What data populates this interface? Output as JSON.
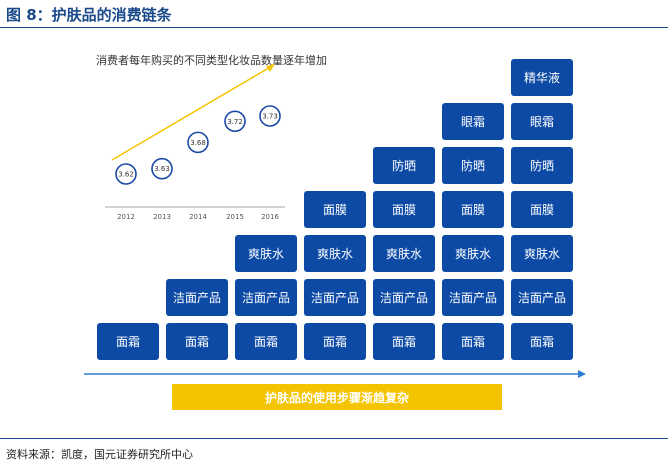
{
  "figure_title": "图 8：护肤品的消费链条",
  "inset_title": "消费者每年购买的不同类型化妆品数量逐年增加",
  "banner_text": "护肤品的使用步骤渐趋复杂",
  "source_text": "资料来源：凯度，国元证券研究所中心",
  "colors": {
    "box": "#0c4aa6",
    "banner": "#f5c400",
    "trend_arrow": "#f5c400",
    "flow_arrow": "#2a7fd4",
    "bubble_stroke": "#1a4aa6"
  },
  "chart_data": {
    "type": "scatter",
    "title": "消费者每年购买的不同类型化妆品数量逐年增加",
    "x": [
      "2012",
      "2013",
      "2014",
      "2015",
      "2016"
    ],
    "y": [
      3.62,
      3.63,
      3.68,
      3.72,
      3.73
    ],
    "labels": [
      "3.62",
      "3.63",
      "3.68",
      "3.72",
      "3.73"
    ]
  },
  "columns": [
    [
      "面霜"
    ],
    [
      "洁面产品",
      "面霜"
    ],
    [
      "爽肤水",
      "洁面产品",
      "面霜"
    ],
    [
      "面膜",
      "爽肤水",
      "洁面产品",
      "面霜"
    ],
    [
      "防晒",
      "面膜",
      "爽肤水",
      "洁面产品",
      "面霜"
    ],
    [
      "眼霜",
      "防晒",
      "面膜",
      "爽肤水",
      "洁面产品",
      "面霜"
    ],
    [
      "精华液",
      "眼霜",
      "防晒",
      "面膜",
      "爽肤水",
      "洁面产品",
      "面霜"
    ]
  ]
}
